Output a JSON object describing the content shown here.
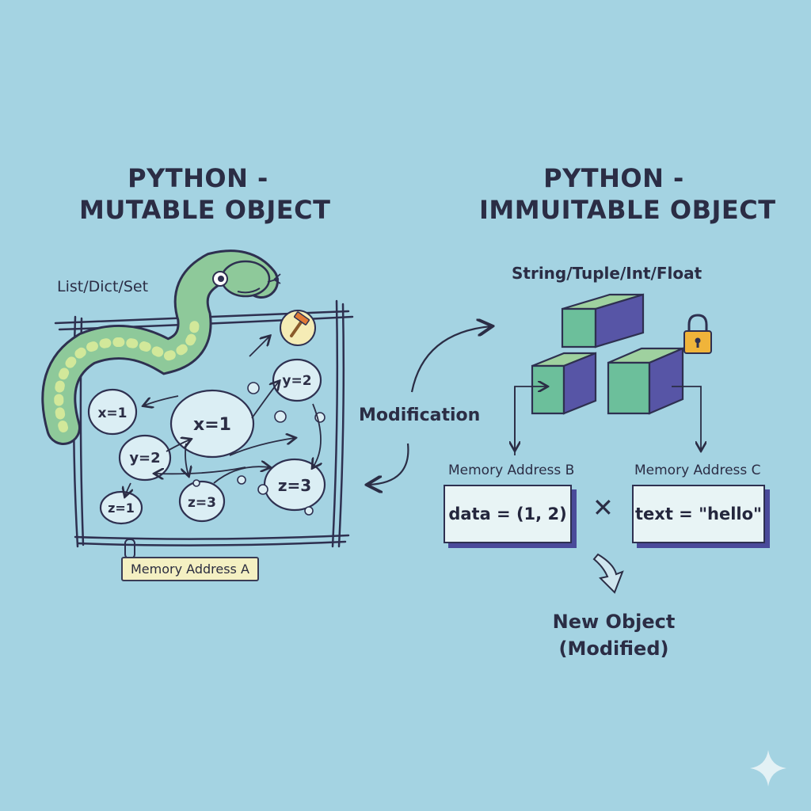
{
  "left": {
    "title_line1": "PYTHON -",
    "title_line2": "MUTABLE OBJECT",
    "types_label": "List/Dict/Set",
    "bubbles": [
      "x=1",
      "x=1",
      "y=2",
      "y=2",
      "z=3",
      "z=3",
      "z=1"
    ],
    "memory_tag": "Memory Address A"
  },
  "center": {
    "arrow_label": "Modification"
  },
  "right": {
    "title_line1": "PYTHON -",
    "title_line2": "IMMUITABLE OBJECT",
    "types_label": "String/Tuple/Int/Float",
    "address_b_label": "Memory Address B",
    "address_c_label": "Memory Address C",
    "code_b": "data = (1, 2)",
    "code_c": "text = \"hello\"",
    "x_mark": "✕",
    "new_object_line1": "New Object",
    "new_object_line2": "(Modified)"
  },
  "colors": {
    "background": "#a4d3e2",
    "ink": "#2b2d45",
    "cube_front": "#6cbf9b",
    "cube_side": "#5755a6",
    "cube_top": "#9fd19f",
    "snake": "#8ec99a",
    "lock": "#f0b43a"
  }
}
